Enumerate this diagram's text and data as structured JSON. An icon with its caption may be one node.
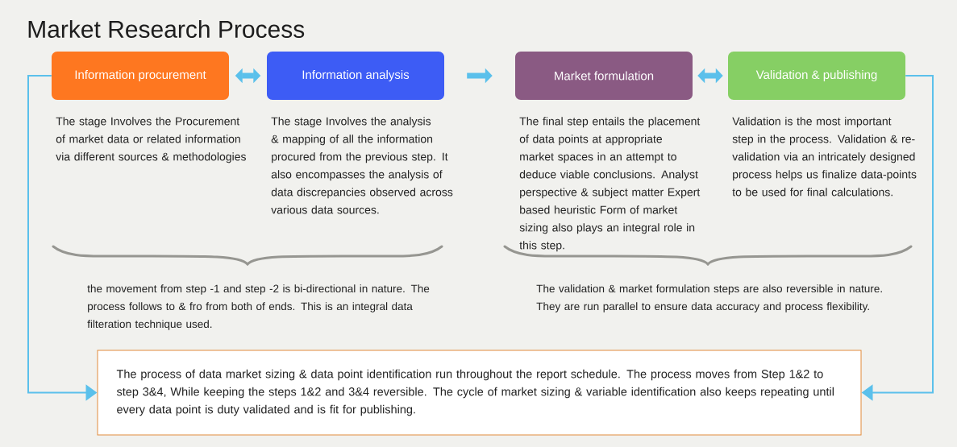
{
  "diagram": {
    "title": "Market Research Process",
    "nodes": [
      {
        "text": [
          "Information procurement"
        ],
        "beside": [
          "The stage Involves the Procurement of market data or related information via different sources & methodologies"
        ]
      },
      {
        "text": [
          "Information analysis"
        ],
        "beside": [
          "The stage Involves the analysis & mapping of all the information procured from the previous step. It also encompasses the analysis of data discrepancies observed across various data sources."
        ]
      },
      {
        "text": [
          "Market formulation"
        ],
        "beside": [
          "The final step entails the placement of data points at appropriate market spaces in an attempt to deduce viable conclusions. Analyst perspective & subject matter Expert based heuristic Form of market sizing also plays an integral role in this step."
        ]
      },
      {
        "text": [
          "Validation & publishing"
        ],
        "beside": [
          "Validation is the most important step in the process. Validation & re-validation via an intricately designed process helps us finalize data-points to be used for final calculations."
        ]
      },
      {
        "text": [
          "The process of data market sizing & data point identification run throughout the report schedule. The process moves from Step 1&2 to step 3&4, While keeping the steps 1&2 and 3&4 reversible. The cycle of market sizing & variable identification also keeps repeating until every data point is duty validated and is fit for publishing."
        ]
      }
    ],
    "edges": [
      {
        "from": 0,
        "to": 1,
        "arrow": "both"
      },
      {
        "from": 1,
        "to": 2,
        "arrow": "to"
      },
      {
        "from": 2,
        "to": 3,
        "arrow": "both"
      },
      {
        "from": 0,
        "to": 4,
        "arrow": "to"
      },
      {
        "from": 3,
        "to": 4,
        "arrow": "to"
      }
    ],
    "labels": [
      "the movement from step -1 and step -2 is bi-directional in nature. The process follows to & fro from both of ends. This is an integral data filteration technique used.",
      "The validation & market formulation steps are also reversible in nature. They are run parallel to ensure data accuracy and process flexibility."
    ]
  }
}
